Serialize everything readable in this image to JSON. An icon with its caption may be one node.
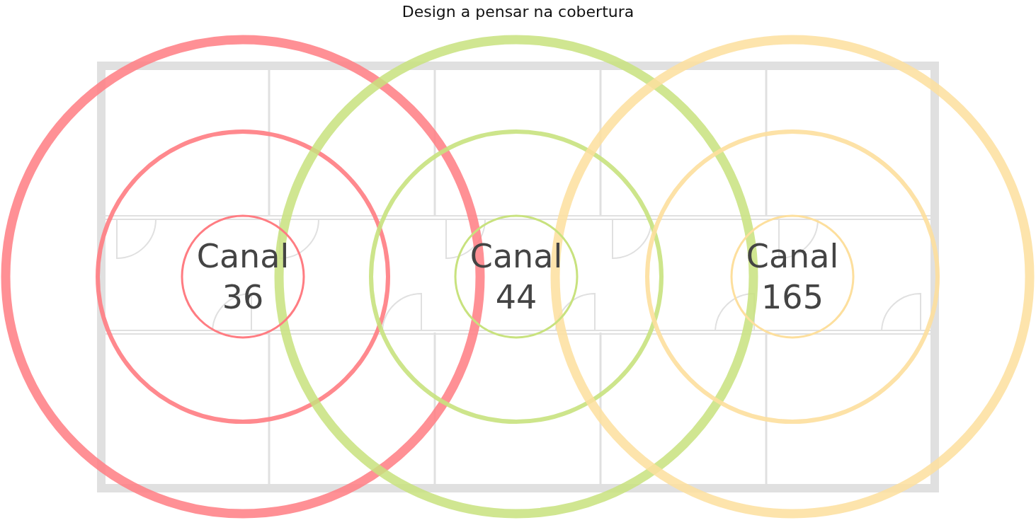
{
  "diagram": {
    "title": "Design a pensar na cobertura",
    "nodes": [
      {
        "text": [
          "Canal 36"
        ]
      },
      {
        "text": [
          "Canal 44"
        ]
      },
      {
        "text": [
          "Canal 165"
        ]
      }
    ],
    "edges": []
  }
}
